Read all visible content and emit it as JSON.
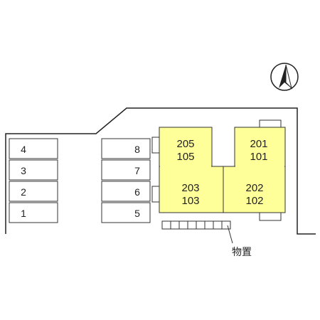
{
  "colors": {
    "building_fill": "#ffff99",
    "outline": "#222222",
    "background": "#ffffff"
  },
  "parking_left": [
    "4",
    "3",
    "2",
    "1"
  ],
  "parking_right": [
    "8",
    "7",
    "6",
    "5"
  ],
  "units": [
    {
      "upper": "205",
      "lower": "105"
    },
    {
      "upper": "201",
      "lower": "101"
    },
    {
      "upper": "203",
      "lower": "103"
    },
    {
      "upper": "202",
      "lower": "102"
    }
  ],
  "storage_label": "物置",
  "compass_icon": "north-arrow-icon"
}
